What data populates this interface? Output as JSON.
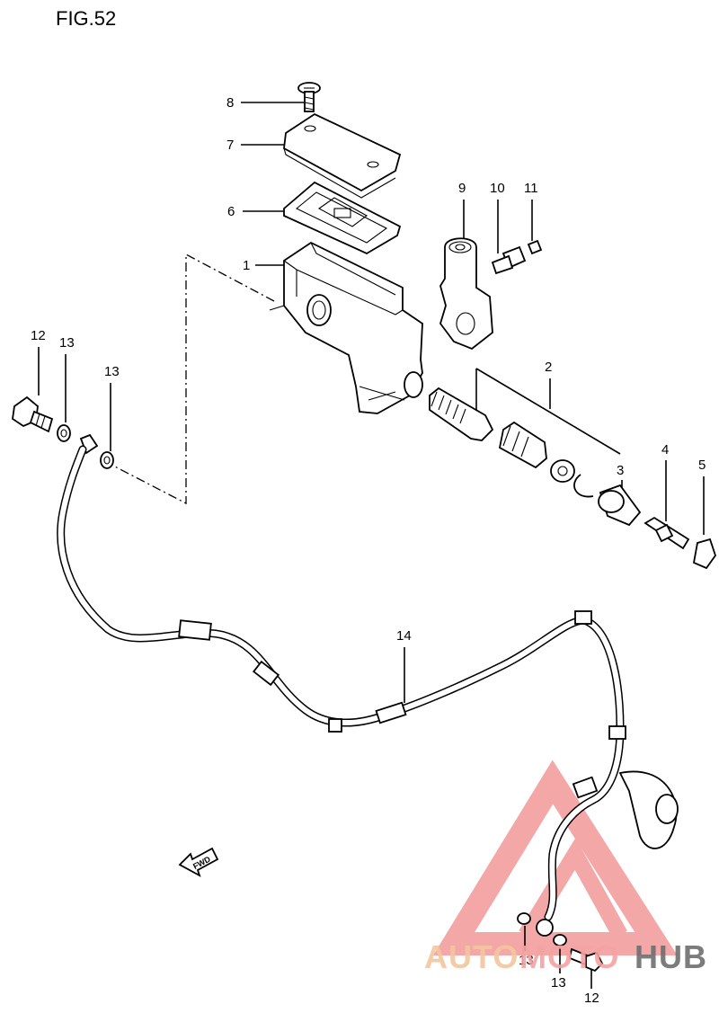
{
  "figure": {
    "title": "FIG.52"
  },
  "callouts": {
    "c1": "1",
    "c2": "2",
    "c3": "3",
    "c4": "4",
    "c5": "5",
    "c6": "6",
    "c7": "7",
    "c8": "8",
    "c9": "9",
    "c10": "10",
    "c11": "11",
    "c12a": "12",
    "c12b": "12",
    "c13a": "13",
    "c13b": "13",
    "c13c": "13",
    "c13d": "13",
    "c14": "14"
  },
  "direction": {
    "label": "FWD"
  },
  "watermark": {
    "part1": "AUTO",
    "part2": "MOTO",
    "part3": "HUB",
    "colors": {
      "auto": "#f3c6a0",
      "moto": "#f5a3a3",
      "hub": "#6e6e6e",
      "triangle": "#f08a8a"
    }
  }
}
